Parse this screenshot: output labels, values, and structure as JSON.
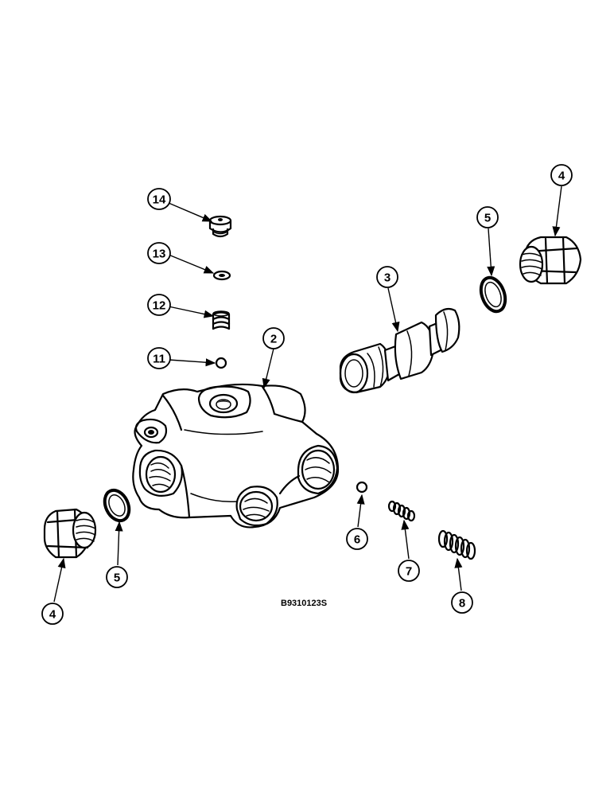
{
  "figure": {
    "reference_code": "B9310123S",
    "callouts": [
      {
        "id": "callout-14",
        "label": "14"
      },
      {
        "id": "callout-13",
        "label": "13"
      },
      {
        "id": "callout-12",
        "label": "12"
      },
      {
        "id": "callout-11",
        "label": "11"
      },
      {
        "id": "callout-2",
        "label": "2"
      },
      {
        "id": "callout-3",
        "label": "3"
      },
      {
        "id": "callout-5-right",
        "label": "5"
      },
      {
        "id": "callout-4-right",
        "label": "4"
      },
      {
        "id": "callout-6",
        "label": "6"
      },
      {
        "id": "callout-7",
        "label": "7"
      },
      {
        "id": "callout-8",
        "label": "8"
      },
      {
        "id": "callout-4-left",
        "label": "4"
      },
      {
        "id": "callout-5-left",
        "label": "5"
      }
    ]
  }
}
